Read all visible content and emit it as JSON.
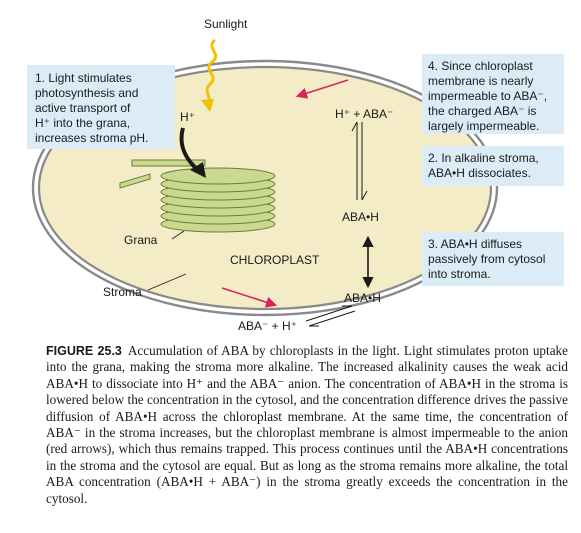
{
  "diagram": {
    "sunlight_label": "Sunlight",
    "h_plus_label": "H⁺",
    "h_aba_label": "H⁺ + ABA⁻",
    "abah_stroma_label": "ABA•H",
    "abah_cytosol_label": "ABA•H",
    "aba_h_cytosol_label": "ABA⁻ + H⁺",
    "chloroplast_label": "CHLOROPLAST",
    "grana_label": "Grana",
    "stroma_label": "Stroma"
  },
  "callouts": {
    "c1": [
      "1. Light stimulates",
      "photosynthesis and",
      "active transport of",
      "H⁺ into the grana,",
      "increases stroma pH."
    ],
    "c2": [
      "2. In alkaline stroma,",
      "ABA•H dissociates."
    ],
    "c3": [
      "3. ABA•H diffuses",
      "passively from cytosol",
      "into stroma."
    ],
    "c4": [
      "4. Since chloroplast",
      "membrane is nearly",
      "impermeable to ABA⁻,",
      "the charged ABA⁻ is",
      "largely impermeable."
    ]
  },
  "caption": {
    "figure_label": "FIGURE 25.3",
    "text": "Accumulation of ABA by chloroplasts in the light. Light stimulates proton uptake into the grana, making the stroma more alkaline. The increased alkalinity causes the weak acid ABA•H to dissociate into H⁺ and the ABA⁻ anion. The concentration of ABA•H in the stroma is lowered below the concentration in the cytosol, and the concentration difference drives the passive diffusion of ABA•H across the chloroplast membrane. At the same time, the concentration of ABA⁻ in the stroma increases, but the chloroplast membrane is almost impermeable to the anion (red arrows), which thus remains trapped. This process continues until the ABA•H concentrations in the stroma and the cytosol are equal. But as long as the stroma remains more alkaline, the total ABA concentration (ABA•H + ABA⁻) in the stroma greatly exceeds the concentration in the cytosol."
  },
  "colors": {
    "stroma_fill": "#f3ecc6",
    "grana_fill": "#c9d98f",
    "callout_fill": "#dcecf7",
    "red_arrow": "#d6245a",
    "sunlight": "#f2c200"
  }
}
